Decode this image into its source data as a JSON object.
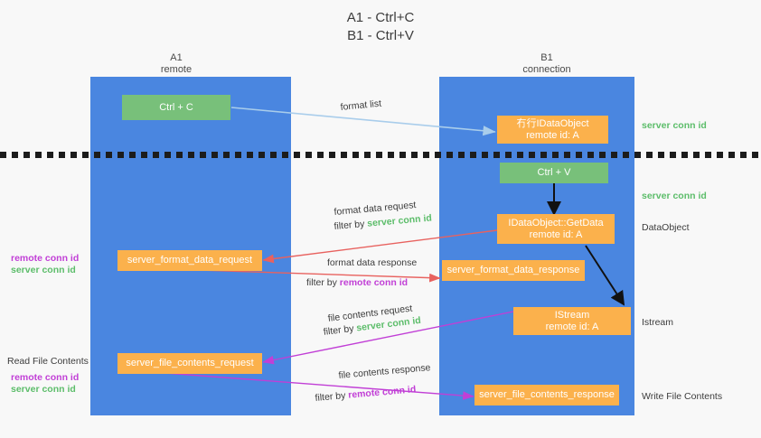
{
  "title": {
    "line1": "A1 - Ctrl+C",
    "line2": "B1 - Ctrl+V"
  },
  "columns": [
    {
      "name": "A1",
      "role": "remote"
    },
    {
      "name": "B1",
      "role": "connection"
    }
  ],
  "colors": {
    "lane": "#4a86e0",
    "box_orange": "#fbb14c",
    "box_green": "#78c07a",
    "server_conn_id": "#5cbd6a",
    "remote_conn_id": "#c13fd6",
    "arrow_blue": "#a9cdeb",
    "arrow_red": "#e8625f",
    "arrow_magenta": "#c13fd6",
    "arrow_black": "#111111"
  },
  "boxes": {
    "ctrl_c": "Ctrl + C",
    "ctrl_v": "Ctrl + V",
    "idataobject_title": "冇行IDataObject",
    "idataobject_sub": "remote id: A",
    "getdata_title": "IDataObject::GetData",
    "getdata_sub": "remote id: A",
    "istream_title": "IStream",
    "istream_sub": "remote id: A",
    "server_format_data_request": "server_format_data_request",
    "server_format_data_response": "server_format_data_response",
    "server_file_contents_request": "server_file_contents_request",
    "server_file_contents_response": "server_file_contents_response"
  },
  "edge_labels": {
    "format_list": "format list",
    "format_data_request": "format data request",
    "format_data_request_filter_pre": "filter by ",
    "format_data_request_filter_key": "server conn id",
    "format_data_response": "format data response",
    "format_data_response_filter_pre": "filter by ",
    "format_data_response_filter_key": "remote conn id",
    "file_contents_request": "file contents request",
    "file_contents_request_filter_pre": "filter by ",
    "file_contents_request_filter_key": "server conn id",
    "file_contents_response": "file contents response",
    "file_contents_response_filter_pre": "filter by ",
    "file_contents_response_filter_key": "remote conn id"
  },
  "side_notes": {
    "right_server_conn_id_top": "server conn id",
    "right_server_conn_id_mid": "server conn id",
    "right_dataobject": "DataObject",
    "right_istream": "Istream",
    "right_write_file_contents": "Write File Contents",
    "left_remote_conn_id_1": "remote conn id",
    "left_server_conn_id_1": "server conn id",
    "left_read_file_contents": "Read File Contents",
    "left_remote_conn_id_2": "remote conn id",
    "left_server_conn_id_2": "server conn id"
  }
}
